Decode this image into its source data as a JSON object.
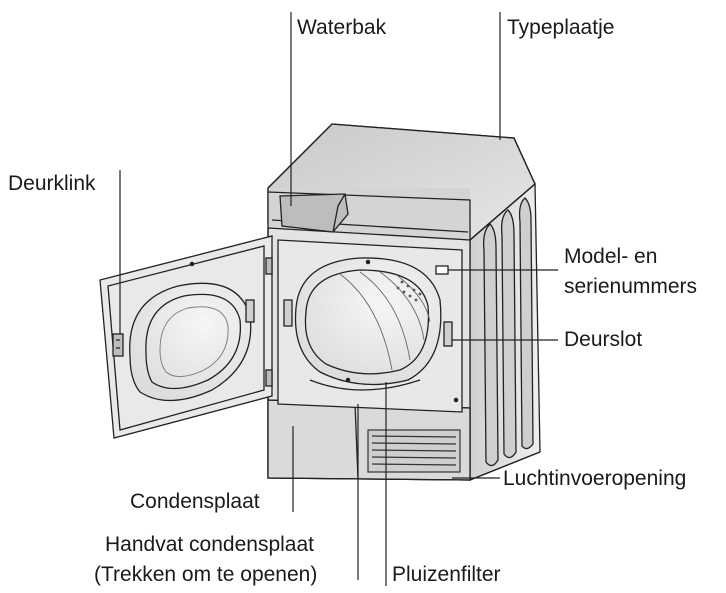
{
  "labels": {
    "waterbak": "Waterbak",
    "typeplaatje": "Typeplaatje",
    "deurklink": "Deurklink",
    "model_line1": "Model- en",
    "model_line2": "serienummers",
    "deurslot": "Deurslot",
    "luchtinvoeropening": "Luchtinvoeropening",
    "condensplaat": "Condensplaat",
    "handvat_line1": "Handvat condensplaat",
    "handvat_line2": "(Trekken om te openen)",
    "pluizenfilter": "Pluizenfilter"
  },
  "colors": {
    "stroke": "#222222",
    "panel": "#d9d9d9",
    "panel_dark": "#b8b8b8",
    "panel_light": "#ececec",
    "background": "#ffffff"
  }
}
